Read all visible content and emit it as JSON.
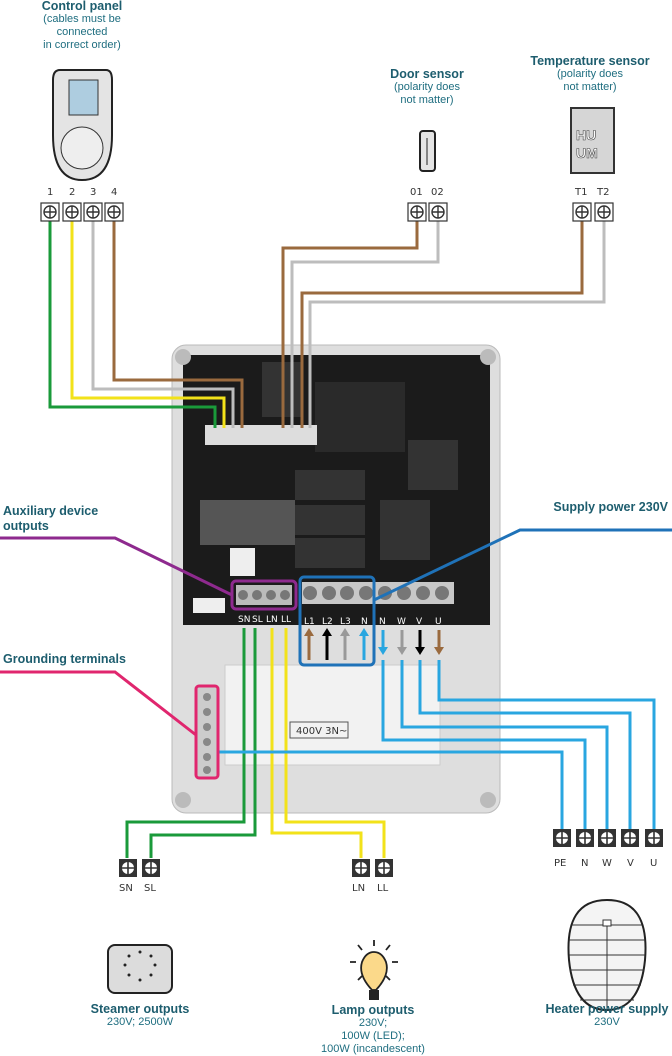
{
  "control_panel": {
    "title": "Control panel",
    "note": [
      "(cables must be",
      "connected",
      "in correct order)"
    ],
    "terminals": [
      "1",
      "2",
      "3",
      "4"
    ]
  },
  "door_sensor": {
    "title": "Door sensor",
    "note": [
      "(polarity does",
      "not matter)"
    ],
    "terminals": [
      "01",
      "02"
    ]
  },
  "temp_sensor": {
    "title": "Temperature sensor",
    "note": [
      "(polarity does",
      "not matter)"
    ],
    "terminals": [
      "T1",
      "T2"
    ]
  },
  "aux": {
    "title": [
      "Auxiliary device",
      "outputs"
    ]
  },
  "supply": {
    "title": "Supply power 230V",
    "terminals": [
      "L1",
      "L2",
      "L3",
      "N"
    ]
  },
  "grounding": {
    "title": "Grounding terminals"
  },
  "board": {
    "aux_labels": [
      "SN",
      "SL",
      "LN",
      "LL"
    ],
    "heater_labels": [
      "N",
      "W",
      "V",
      "U"
    ],
    "voltage": "400V 3N~"
  },
  "steamer": {
    "title": "Steamer outputs",
    "spec": "230V; 2500W",
    "terminals": [
      "SN",
      "SL"
    ]
  },
  "lamp": {
    "title": "Lamp outputs",
    "spec": [
      "230V;",
      "100W (LED);",
      "100W (incandescent)"
    ],
    "terminals": [
      "LN",
      "LL"
    ]
  },
  "heater": {
    "title": "Heater power supply",
    "spec": "230V",
    "terminals": [
      "PE",
      "N",
      "W",
      "V",
      "U"
    ]
  },
  "colors": {
    "green": "#1a9a3a",
    "yellow": "#f2e21a",
    "gray": "#bdbdbd",
    "brown": "#9a6a3e",
    "blue": "#29a6e0",
    "purple": "#8e2a8e",
    "pink": "#e0266e",
    "supply_blue": "#1f72b8"
  }
}
